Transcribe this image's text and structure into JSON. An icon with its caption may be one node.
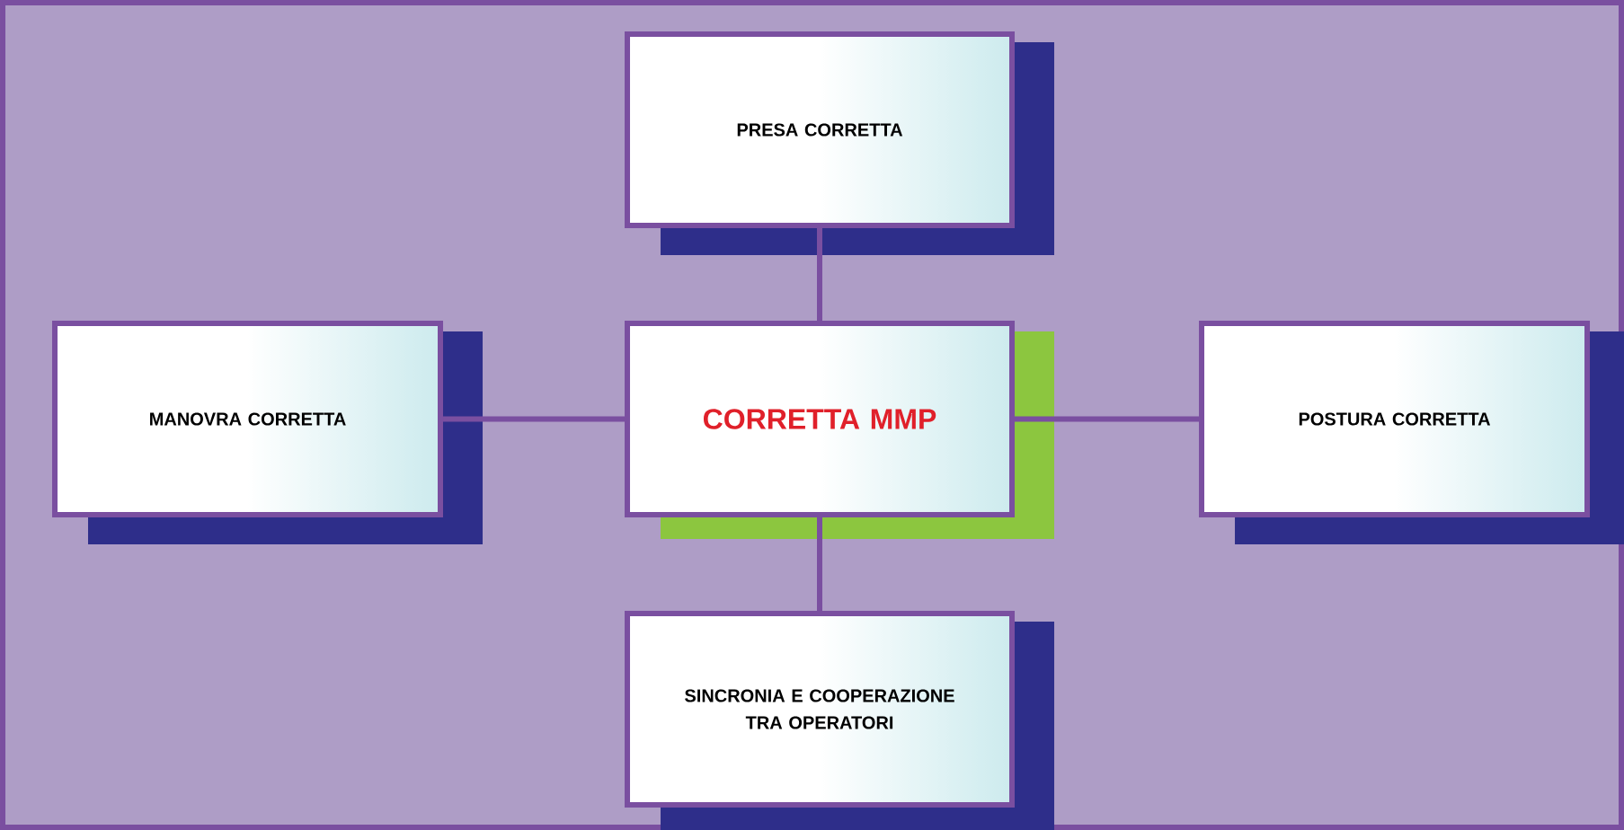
{
  "diagram": {
    "nodes": [
      {
        "text": [
          "PRESA CORRETTA"
        ]
      },
      {
        "text": [
          "MANOVRA CORRETTA"
        ]
      },
      {
        "text": [
          "CORRETTA MMP"
        ]
      },
      {
        "text": [
          "POSTURA CORRETTA"
        ]
      },
      {
        "text": [
          "SINCRONIA E COOPERAZIONE TRA OPERATORI"
        ]
      }
    ],
    "edges": [
      {
        "from": 2,
        "to": 0,
        "arrow": "none"
      },
      {
        "from": 1,
        "to": 2,
        "arrow": "none"
      },
      {
        "from": 2,
        "to": 3,
        "arrow": "none"
      },
      {
        "from": 2,
        "to": 4,
        "arrow": "none"
      }
    ]
  }
}
